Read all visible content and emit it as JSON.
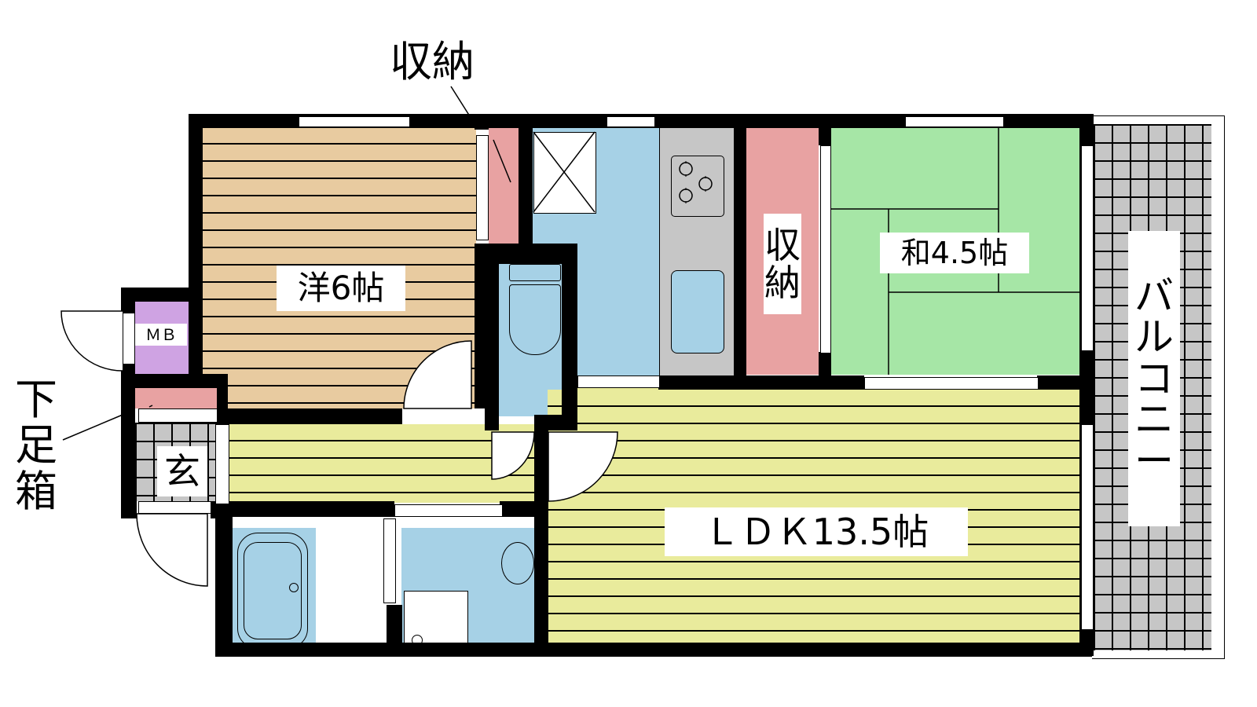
{
  "floorplan": {
    "rooms": {
      "western_room": {
        "label": "洋6帖",
        "type": "洋室",
        "size_jo": "6",
        "color": "#e8cba0"
      },
      "japanese_room": {
        "label": "和4.5帖",
        "type": "和室",
        "size_jo": "4.5",
        "color": "#a6e6a6"
      },
      "ldk": {
        "label": "ＬＤＫ13.5帖",
        "type": "LDK",
        "size_jo": "13.5",
        "color": "#e9eb9c"
      },
      "balcony": {
        "label_chars": [
          "バ",
          "ル",
          "コ",
          "ニ",
          "ー"
        ],
        "label": "バルコニー",
        "color": "#c6c6c6"
      },
      "entrance": {
        "label": "玄",
        "color": "#c6c6c6"
      },
      "meter_box": {
        "label": "ＭＢ",
        "color": "#cfa3e3"
      },
      "storage_kitchen_side": {
        "label_chars": [
          "収",
          "納"
        ],
        "label": "収納",
        "color": "#e8a2a2"
      },
      "storage_top_callout": {
        "label": "収納",
        "color": "#e8a2a2"
      },
      "shoe_box_callout": {
        "label_chars": [
          "下",
          "足",
          "箱"
        ],
        "label": "下足箱",
        "color": "#e8a2a2"
      },
      "kitchen": {
        "color": "#a6d1e6",
        "counter_color": "#c6c6c6"
      },
      "toilet": {
        "color": "#a6d1e6"
      },
      "bathroom": {
        "color": "#a6d1e6"
      },
      "washroom": {
        "color": "#a6d1e6"
      }
    },
    "colors": {
      "wall": "#000000",
      "wet_area": "#a6d1e6",
      "storage": "#e8a2a2"
    }
  }
}
